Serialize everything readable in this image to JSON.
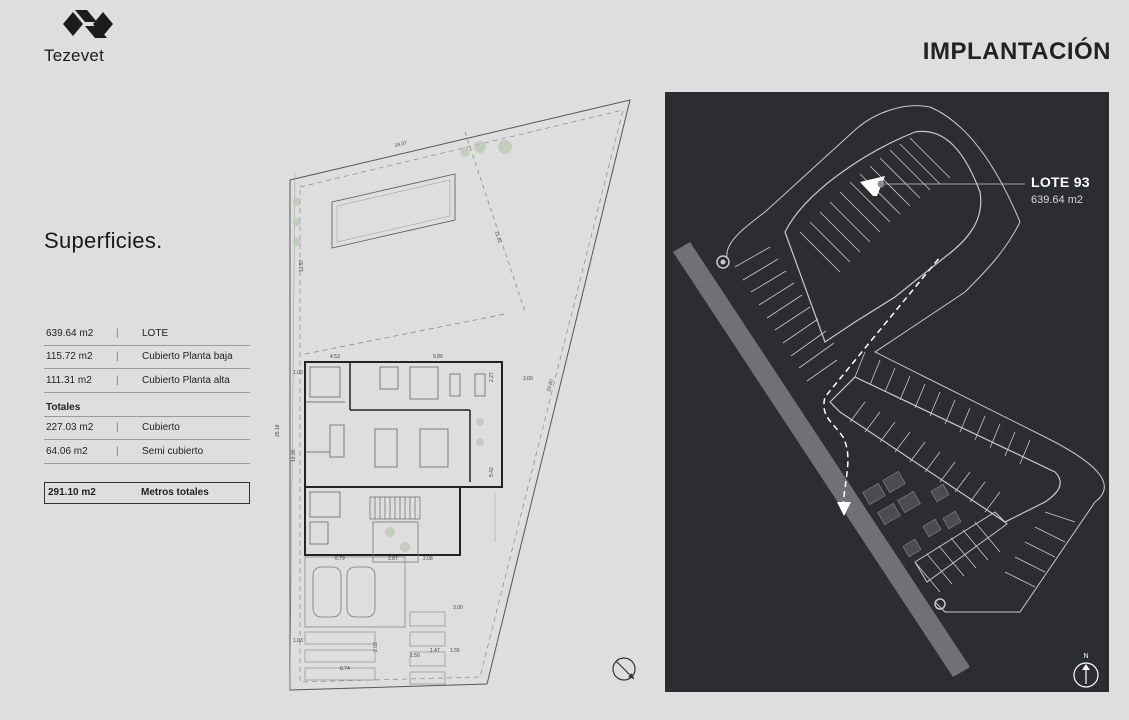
{
  "brand": {
    "name": "Tezevet"
  },
  "page": {
    "title": "IMPLANTACIÓN"
  },
  "summary": {
    "heading": "Superficies.",
    "rows": [
      {
        "value": "639.64 m2",
        "label": "LOTE"
      },
      {
        "value": "115.72 m2",
        "label": "Cubierto Planta baja"
      },
      {
        "value": "111.31 m2",
        "label": "Cubierto Planta alta"
      }
    ],
    "totals_heading": "Totales",
    "totals": [
      {
        "value": "227.03 m2",
        "label": "Cubierto"
      },
      {
        "value": "64.06 m2",
        "label": "Semi cubierto"
      }
    ],
    "grand_total": {
      "value": "291.10 m2",
      "label": "Metros totales"
    }
  },
  "map": {
    "lot_name": "LOTE 93",
    "lot_area": "639.64 m2",
    "north_label": "N"
  },
  "plan": {
    "dimensions": [
      "24.37",
      "11.61",
      "12.57",
      "4.53",
      "9.89",
      "1.03",
      "2.27",
      "3.00",
      "29.80",
      "12.30",
      "25.18",
      "5.42",
      "6.79",
      "2.87",
      "2.08",
      "3.00",
      "1.55",
      "1.47",
      "1.50",
      "2.02",
      "1.03",
      "8.74"
    ]
  },
  "colors": {
    "background": "#dedede",
    "map_bg": "#2b2d30",
    "road": "#6f7174",
    "lot_line": "#c9c9c9",
    "accent_dark": "#1c1c1c"
  }
}
